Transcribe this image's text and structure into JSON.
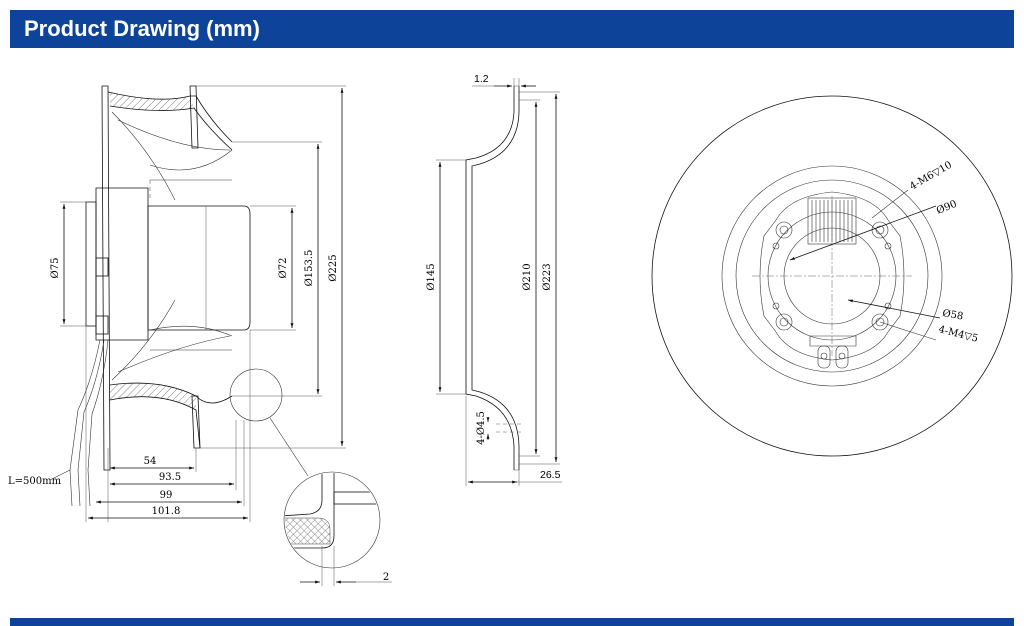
{
  "header": {
    "title": "Product Drawing (mm)"
  },
  "colors": {
    "banner": "#0d4499",
    "banner_text": "#ffffff",
    "line": "#111111"
  },
  "side_view": {
    "d_motor": "Ø75",
    "d_hub": "Ø72",
    "d_inlet": "Ø153.5",
    "d_outer": "Ø225",
    "cable_length": "L=500mm",
    "len_54": "54",
    "len_93_5": "93.5",
    "len_99": "99",
    "len_101_8": "101.8",
    "detail_thickness": "2"
  },
  "inlet_ring": {
    "thickness": "1.2",
    "d_throat": "Ø145",
    "d_flange": "Ø210",
    "d_outer": "Ø223",
    "holes": "4-Ø4.5",
    "depth": "26.5"
  },
  "front_view": {
    "screw_outer": "4-M6▽10",
    "pcd_outer": "Ø90",
    "pcd_inner": "Ø58",
    "screw_inner": "4-M4▽5"
  }
}
